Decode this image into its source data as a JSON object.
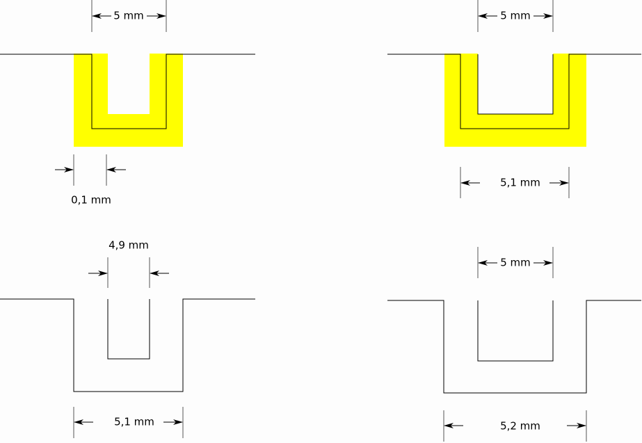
{
  "colors": {
    "fill": "#ffff00",
    "line": "#000000"
  },
  "panels": [
    {
      "top_label": "5 mm",
      "bottom_label": "0,1 mm"
    },
    {
      "top_label": "5 mm",
      "bottom_label": "5,1 mm"
    },
    {
      "top_label": "4,9 mm",
      "bottom_label": "5,1 mm"
    },
    {
      "top_label": "5 mm",
      "bottom_label": "5,2 mm"
    }
  ]
}
